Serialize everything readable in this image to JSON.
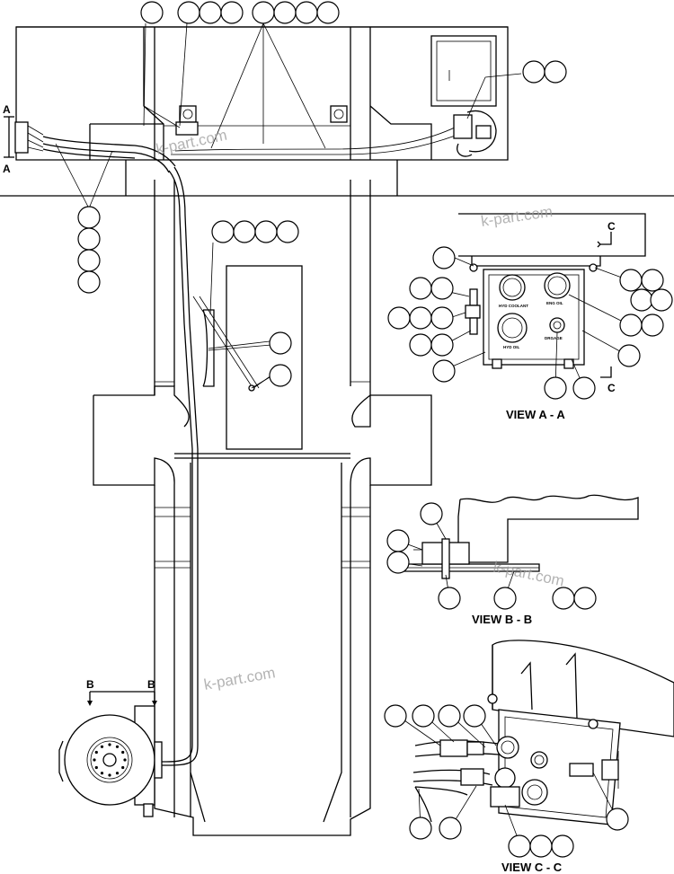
{
  "views": {
    "view_a": "VIEW A - A",
    "view_b": "VIEW B - B",
    "view_c": "VIEW C - C"
  },
  "section_markers": {
    "a_top": "A",
    "a_bottom": "A",
    "b_left": "B",
    "b_right": "B",
    "c_top": "C",
    "c_bottom": "C"
  },
  "gauge_labels": {
    "hyd_coolant": "HYD COOLANT",
    "eng_oil": "ENG OIL",
    "hyd_oil": "HYD OIL",
    "drgage": "DRGAGE"
  },
  "watermark": "k-part.com"
}
